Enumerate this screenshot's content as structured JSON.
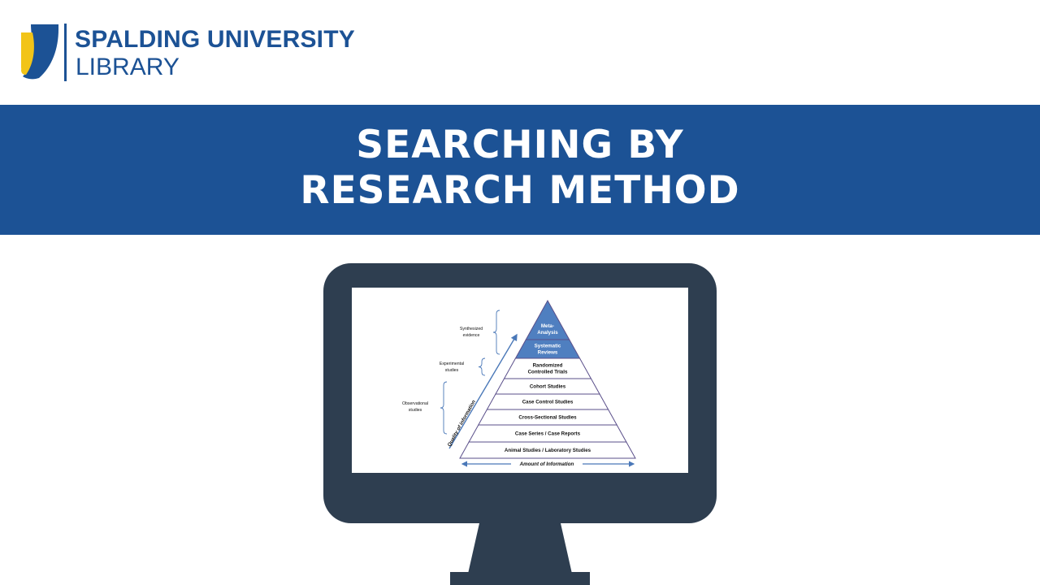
{
  "header": {
    "brand_line1": "SPALDING UNIVERSITY",
    "brand_line2": "LIBRARY"
  },
  "banner": {
    "title_line1": "SEARCHING BY",
    "title_line2": "RESEARCH METHOD"
  },
  "diagram": {
    "levels": [
      {
        "label": "Meta-|Analysis",
        "fill": "#4f7fc0"
      },
      {
        "label": "Systematic|Reviews",
        "fill": "#4f7fc0"
      },
      {
        "label": "Randomized|Controlled Trials",
        "fill": "#ffffff"
      },
      {
        "label": "Cohort Studies",
        "fill": "#ffffff"
      },
      {
        "label": "Case Control Studies",
        "fill": "#ffffff"
      },
      {
        "label": "Cross-Sectional Studies",
        "fill": "#ffffff"
      },
      {
        "label": "Case Series / Case Reports",
        "fill": "#ffffff"
      },
      {
        "label": "Animal Studies / Laboratory Studies",
        "fill": "#ffffff"
      }
    ],
    "groups": [
      {
        "label": "Synthesized|evidence"
      },
      {
        "label": "Experimental|studies"
      },
      {
        "label": "Observational|studies"
      }
    ],
    "quality_axis": "Quality of information",
    "amount_axis": "Amount of Information"
  },
  "colors": {
    "brand_blue": "#1c5295",
    "logo_yellow": "#f2c418",
    "monitor": "#2e3e50",
    "pyramid_blue": "#4f7fc0",
    "pyramid_line": "#5a4f8a",
    "arrow_blue": "#4a78b8"
  }
}
